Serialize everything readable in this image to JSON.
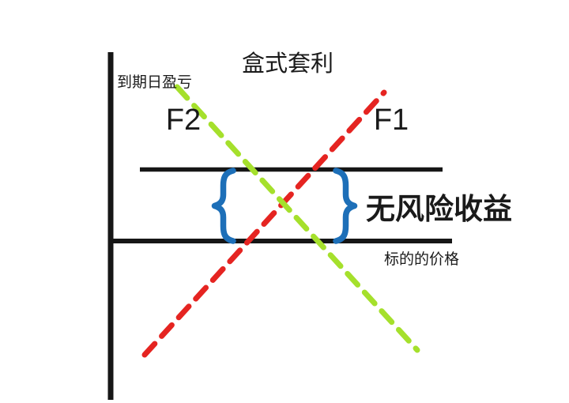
{
  "figure": {
    "title": "盒式套利",
    "background_color": "#ffffff",
    "axis_color": "#161616"
  },
  "axes": {
    "y_label": "到期日盈亏",
    "x_label": "标的的价格"
  },
  "lines": [
    {
      "id": "F1",
      "label": "F1",
      "color": "#e52421",
      "style": "dashed",
      "direction": "rising"
    },
    {
      "id": "F2",
      "label": "F2",
      "color": "#a5e02c",
      "style": "dashed",
      "direction": "falling"
    }
  ],
  "payoff_band": {
    "label": "无风险收益",
    "brace_color": "#1d6fb8",
    "band_line_color": "#161616"
  }
}
